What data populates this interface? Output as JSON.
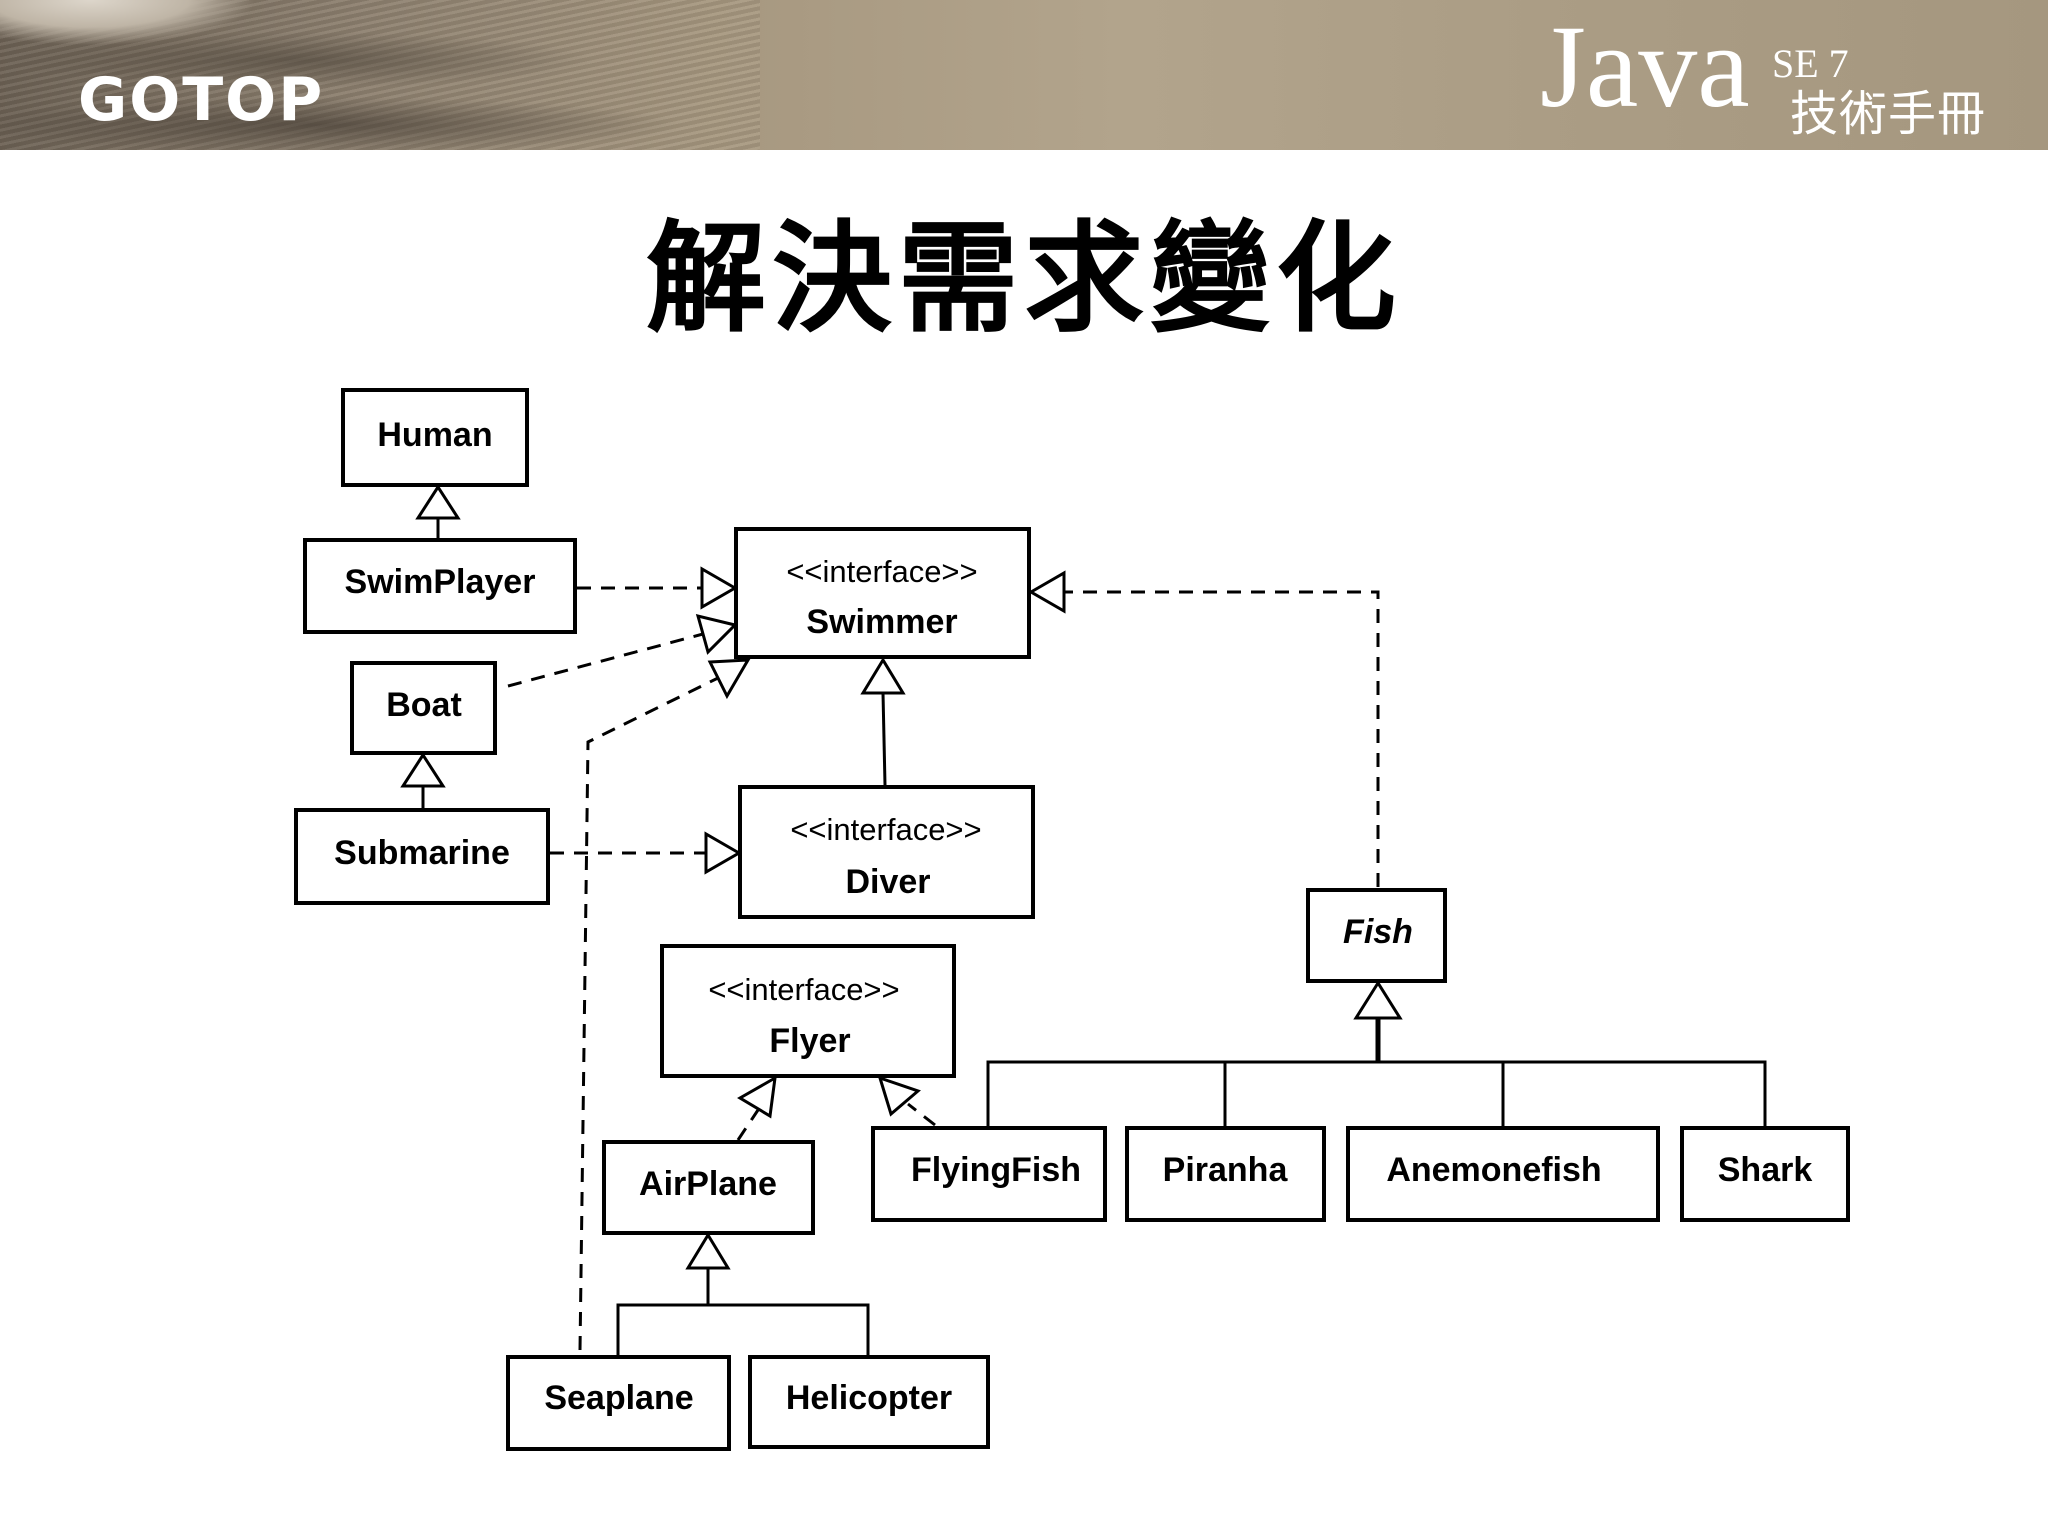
{
  "header": {
    "brand": "GOTOP",
    "java_logo": {
      "word": "Java",
      "version": "SE 7",
      "book": "技術手冊"
    }
  },
  "title": "解決需求變化",
  "diagram": {
    "nodes": {
      "human": {
        "name": "Human"
      },
      "swimplayer": {
        "name": "SwimPlayer"
      },
      "boat": {
        "name": "Boat"
      },
      "submarine": {
        "name": "Submarine"
      },
      "swimmer": {
        "stereotype": "<<interface>>",
        "name": "Swimmer"
      },
      "diver": {
        "stereotype": "<<interface>>",
        "name": "Diver"
      },
      "flyer": {
        "stereotype": "<<interface>>",
        "name": "Flyer"
      },
      "fish": {
        "name": "Fish",
        "abstract": true
      },
      "airplane": {
        "name": "AirPlane"
      },
      "seaplane": {
        "name": "Seaplane"
      },
      "helicopter": {
        "name": "Helicopter"
      },
      "flyingfish": {
        "name": "FlyingFish"
      },
      "piranha": {
        "name": "Piranha"
      },
      "anemonefish": {
        "name": "Anemonefish"
      },
      "shark": {
        "name": "Shark"
      }
    },
    "relations": [
      {
        "from": "SwimPlayer",
        "to": "Human",
        "kind": "extends"
      },
      {
        "from": "Submarine",
        "to": "Boat",
        "kind": "extends"
      },
      {
        "from": "Diver",
        "to": "Swimmer",
        "kind": "extends"
      },
      {
        "from": "SwimPlayer",
        "to": "Swimmer",
        "kind": "implements"
      },
      {
        "from": "Boat",
        "to": "Swimmer",
        "kind": "implements"
      },
      {
        "from": "Seaplane",
        "to": "Swimmer",
        "kind": "implements"
      },
      {
        "from": "Submarine",
        "to": "Diver",
        "kind": "implements"
      },
      {
        "from": "Fish",
        "to": "Swimmer",
        "kind": "implements"
      },
      {
        "from": "AirPlane",
        "to": "Flyer",
        "kind": "implements"
      },
      {
        "from": "FlyingFish",
        "to": "Flyer",
        "kind": "implements"
      },
      {
        "from": "Seaplane",
        "to": "AirPlane",
        "kind": "extends"
      },
      {
        "from": "Helicopter",
        "to": "AirPlane",
        "kind": "extends"
      },
      {
        "from": "FlyingFish",
        "to": "Fish",
        "kind": "extends"
      },
      {
        "from": "Piranha",
        "to": "Fish",
        "kind": "extends"
      },
      {
        "from": "Anemonefish",
        "to": "Fish",
        "kind": "extends"
      },
      {
        "from": "Shark",
        "to": "Fish",
        "kind": "extends"
      }
    ]
  }
}
